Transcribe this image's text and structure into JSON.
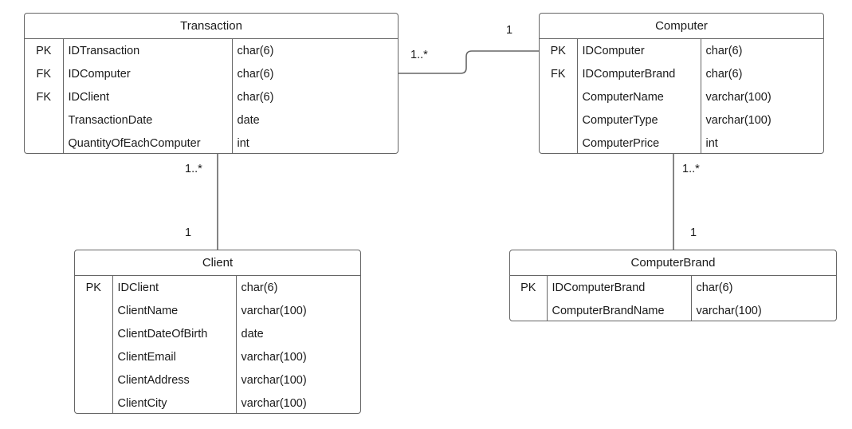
{
  "diagram": {
    "type": "entity-relationship-diagram",
    "background_color": "#ffffff",
    "line_color": "#666666",
    "text_color": "#1a1a1a"
  },
  "entities": [
    {
      "id": "transaction",
      "title": "Transaction",
      "attributes": [
        {
          "key": "PK",
          "name": "IDTransaction",
          "type": "char(6)"
        },
        {
          "key": "FK",
          "name": "IDComputer",
          "type": "char(6)"
        },
        {
          "key": "FK",
          "name": "IDClient",
          "type": "char(6)"
        },
        {
          "key": "",
          "name": "TransactionDate",
          "type": "date"
        },
        {
          "key": "",
          "name": "QuantityOfEachComputer",
          "type": "int"
        }
      ]
    },
    {
      "id": "computer",
      "title": "Computer",
      "attributes": [
        {
          "key": "PK",
          "name": "IDComputer",
          "type": "char(6)"
        },
        {
          "key": "FK",
          "name": "IDComputerBrand",
          "type": "char(6)"
        },
        {
          "key": "",
          "name": "ComputerName",
          "type": "varchar(100)"
        },
        {
          "key": "",
          "name": "ComputerType",
          "type": "varchar(100)"
        },
        {
          "key": "",
          "name": "ComputerPrice",
          "type": "int"
        }
      ]
    },
    {
      "id": "client",
      "title": "Client",
      "attributes": [
        {
          "key": "PK",
          "name": "IDClient",
          "type": "char(6)"
        },
        {
          "key": "",
          "name": "ClientName",
          "type": "varchar(100)"
        },
        {
          "key": "",
          "name": "ClientDateOfBirth",
          "type": "date"
        },
        {
          "key": "",
          "name": "ClientEmail",
          "type": "varchar(100)"
        },
        {
          "key": "",
          "name": "ClientAddress",
          "type": "varchar(100)"
        },
        {
          "key": "",
          "name": "ClientCity",
          "type": "varchar(100)"
        }
      ]
    },
    {
      "id": "computerbrand",
      "title": "ComputerBrand",
      "attributes": [
        {
          "key": "PK",
          "name": "IDComputerBrand",
          "type": "char(6)"
        },
        {
          "key": "",
          "name": "ComputerBrandName",
          "type": "varchar(100)"
        }
      ]
    }
  ],
  "relationships": [
    {
      "id": "transaction-computer",
      "from": "transaction",
      "to": "computer",
      "from_cardinality": "1..*",
      "to_cardinality": "1"
    },
    {
      "id": "transaction-client",
      "from": "transaction",
      "to": "client",
      "from_cardinality": "1..*",
      "to_cardinality": "1"
    },
    {
      "id": "computer-computerbrand",
      "from": "computer",
      "to": "computerbrand",
      "from_cardinality": "1..*",
      "to_cardinality": "1"
    }
  ]
}
